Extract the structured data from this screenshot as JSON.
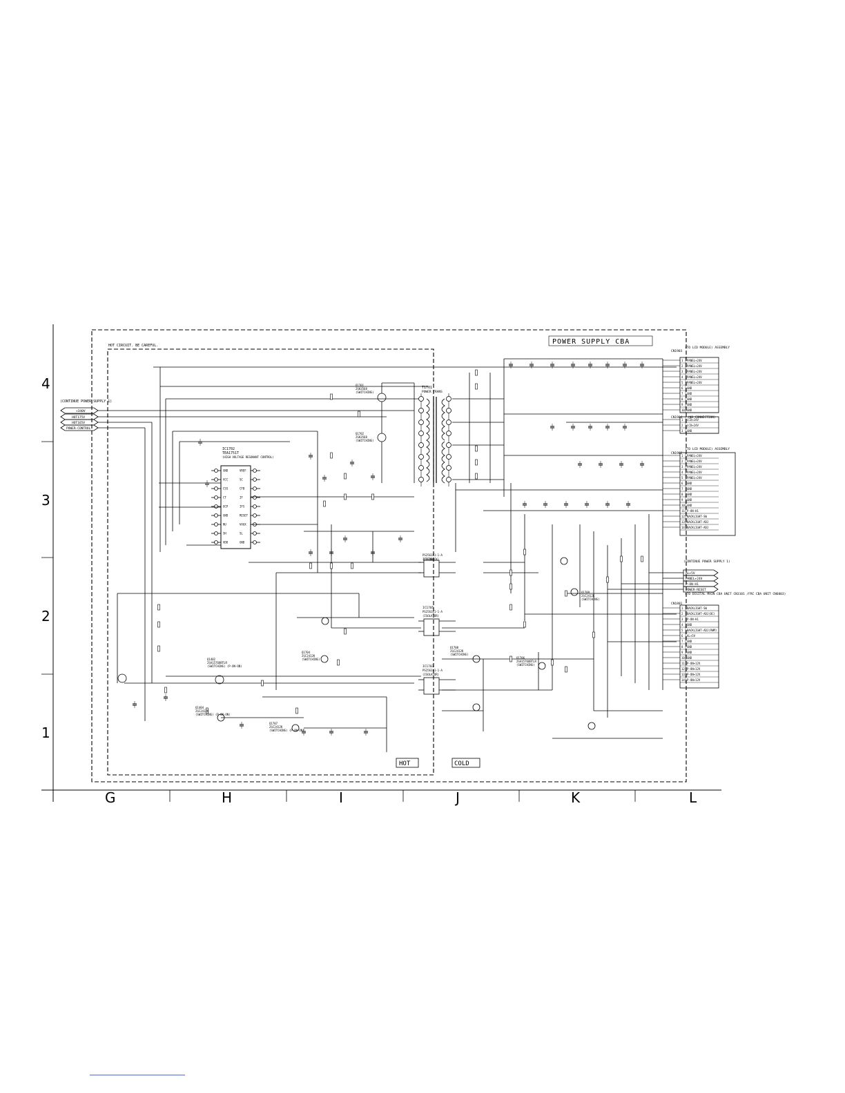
{
  "board": {
    "title": "POWER SUPPLY CBA",
    "hot_warning": "HOT CIRCUIT. BE CAREFUL.",
    "hot_label": "HOT",
    "cold_label": "COLD"
  },
  "grid": {
    "rows": [
      "4",
      "3",
      "2",
      "1"
    ],
    "cols": [
      "G",
      "H",
      "I",
      "J",
      "K",
      "L"
    ]
  },
  "left_connectors": {
    "note": "(CONTINUE POWER SUPPLY 1)",
    "flags": [
      "+340V",
      "HOT175V",
      "HOT165V",
      "POWER-CONTROL"
    ]
  },
  "ic1702": {
    "ref": "IC1702",
    "part": "TEA1751T",
    "desc": "(HIGH VOLTAGE RESONANT CONTROL)",
    "pins_left": [
      "GND",
      "VCC",
      "CSS",
      "CT",
      "OCP",
      "GND",
      "NU",
      "SH",
      "VDD"
    ],
    "pins_right": [
      "VREF",
      "SC",
      "CFB",
      "IF",
      "IFS",
      "RESET",
      "VAUX",
      "SL",
      "GND"
    ]
  },
  "ic_opto": [
    {
      "ref": "IC1704",
      "part": "PS2561L1-1-A",
      "desc": "(FEEDBACK)"
    },
    {
      "ref": "IC1705",
      "part": "PS2561L1-1-A",
      "desc": "(ISOLATOR)"
    },
    {
      "ref": "IC1703",
      "part": "PS2561L1-1-A",
      "desc": "(ISOLATOR)"
    }
  ],
  "transformer": {
    "ref": "T1701",
    "desc": "POWER TRANS"
  },
  "transistors": [
    {
      "ref": "Q1701",
      "part": "2SK3568",
      "desc": "(SWITCHING)"
    },
    {
      "ref": "Q1702",
      "part": "2SK3568",
      "desc": "(SWITCHING)"
    },
    {
      "ref": "Q1704",
      "part": "2SC2412K",
      "desc": "(SWITCHING)"
    },
    {
      "ref": "Q1402",
      "part": "2SA1576UBTLR",
      "desc": "(SWITCHING) (P-ON-ON)"
    },
    {
      "ref": "Q1404",
      "part": "2SC2412K",
      "desc": "(SWITCHING) (P-ON-ON)"
    },
    {
      "ref": "Q1707",
      "part": "2SC2412K",
      "desc": "(SWITCHING) (P-ON-ON)"
    },
    {
      "ref": "Q1708",
      "part": "2SC2412K",
      "desc": "(SWITCHING)"
    },
    {
      "ref": "Q1706",
      "part": "2SA1576UBTLR",
      "desc": "(SWITCHING)"
    },
    {
      "ref": "Q1709",
      "part": "2SC2412K",
      "desc": "(SWITCHING)"
    }
  ],
  "cn1903": {
    "ref": "CN1903",
    "note": "(TO LCD MODULE) ASSEMBLY",
    "pins": [
      "PANEL+24V",
      "PANEL+24V",
      "PANEL+24V",
      "PANEL+24V",
      "PANEL+24V",
      "GND",
      "GND",
      "GND",
      "GND",
      "GND"
    ]
  },
  "cn1904": {
    "ref": "CN1904",
    "note": "(NO CONNECTION)",
    "pins": [
      "LCD+24V",
      "LCD+24V",
      "GND"
    ]
  },
  "cn1902": {
    "ref": "CN1902",
    "note": "(TO LCD MODULE) ASSEMBLY",
    "pins": [
      "PANEL+24V",
      "PANEL+24V",
      "PANEL+24V",
      "PANEL+24V",
      "PANEL+24V",
      "GND",
      "GND",
      "GND",
      "GND",
      "GND",
      "P-ON-H1",
      "BACKLIGHT-SW",
      "BACKLIGHT-ADJ",
      "BACKLIGHT-ADJ"
    ]
  },
  "right_flags": {
    "note": "(CONTINUE POWER SUPPLY 1)",
    "items": [
      "AL+5V",
      "PANEL+24V",
      "P-ON-H1",
      "POWER-RESET"
    ]
  },
  "cn1801": {
    "ref": "CN1801",
    "note": "(TO DIGITAL MAIN CBA UNIT CN3101 /FRC CBA UNIT CN6003)",
    "pins": [
      "BACKLIGHT-SW",
      "BACKLIGHT-ADJ(DC)",
      "P-ON-H1",
      "GND",
      "BACKLIGHT-ADJ(PWM)",
      "AL+5V",
      "GND",
      "GND",
      "GND",
      "GND",
      "P-ON+12V",
      "P-ON+12V",
      "P-ON+12V",
      "P-ON+12V"
    ]
  }
}
